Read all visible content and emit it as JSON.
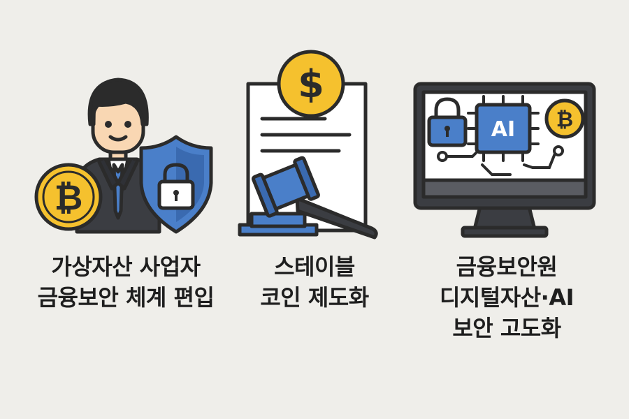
{
  "panels": [
    {
      "id": "vasp",
      "caption_lines": [
        "가상자산 사업자",
        "금융보안 체계 편입"
      ],
      "icons": [
        "businessman-icon",
        "bitcoin-coin-icon",
        "security-shield-lock-icon"
      ]
    },
    {
      "id": "stablecoin",
      "caption_lines": [
        "스테이블",
        "코인 제도화"
      ],
      "icons": [
        "dollar-coin-icon",
        "legal-document-icon",
        "judge-gavel-icon"
      ]
    },
    {
      "id": "fsi",
      "caption_lines": [
        "금융보안원",
        "디지털자산·AI",
        "보안 고도화"
      ],
      "icons": [
        "computer-monitor-icon",
        "padlock-icon",
        "ai-chip-icon",
        "bitcoin-coin-icon"
      ]
    }
  ],
  "glyphs": {
    "bitcoin": "₿",
    "dollar": "$",
    "ai": "AI"
  },
  "colors": {
    "background": "#efeeea",
    "outline": "#2b2b2b",
    "coin": "#f5c12e",
    "shield": "#4a7fc9",
    "suit": "#3b3d42",
    "skin": "#f9d7b3",
    "text": "#1e1e1e"
  }
}
